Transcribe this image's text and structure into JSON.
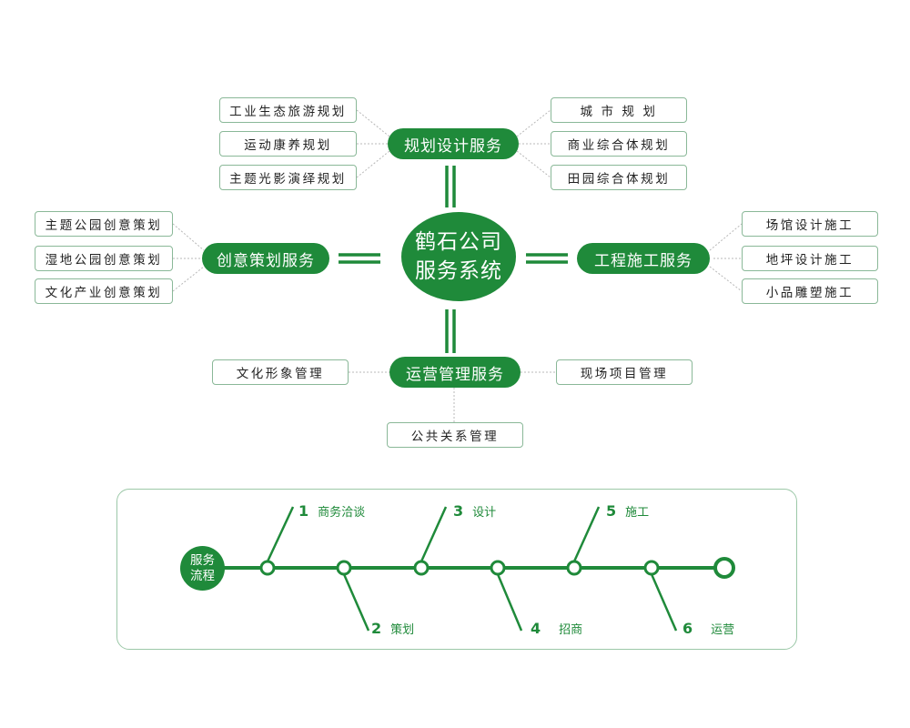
{
  "center": {
    "line1": "鹤石公司",
    "line2": "服务系统"
  },
  "branches": {
    "planning": {
      "label": "规划设计服务",
      "left_items": [
        "工业生态旅游规划",
        "运动康养规划",
        "主题光影演绎规划"
      ],
      "right_items": [
        "城 市 规 划",
        "商业综合体规划",
        "田园综合体规划"
      ]
    },
    "creative": {
      "label": "创意策划服务",
      "items": [
        "主题公园创意策划",
        "湿地公园创意策划",
        "文化产业创意策划"
      ]
    },
    "engineering": {
      "label": "工程施工服务",
      "items": [
        "场馆设计施工",
        "地坪设计施工",
        "小品雕塑施工"
      ]
    },
    "operations": {
      "label": "运营管理服务",
      "left_item": "文化形象管理",
      "right_item": "现场项目管理",
      "bottom_item": "公共关系管理"
    }
  },
  "flow": {
    "start_line1": "服务",
    "start_line2": "流程",
    "steps": [
      {
        "num": "1",
        "label": "商务洽谈"
      },
      {
        "num": "2",
        "label": "策划"
      },
      {
        "num": "3",
        "label": "设计"
      },
      {
        "num": "4",
        "label": "招商"
      },
      {
        "num": "5",
        "label": "施工"
      },
      {
        "num": "6",
        "label": "运营"
      }
    ]
  },
  "colors": {
    "primary": "#1f8a3a",
    "box_border": "#8ab898",
    "connector": "#b8b8b8"
  }
}
